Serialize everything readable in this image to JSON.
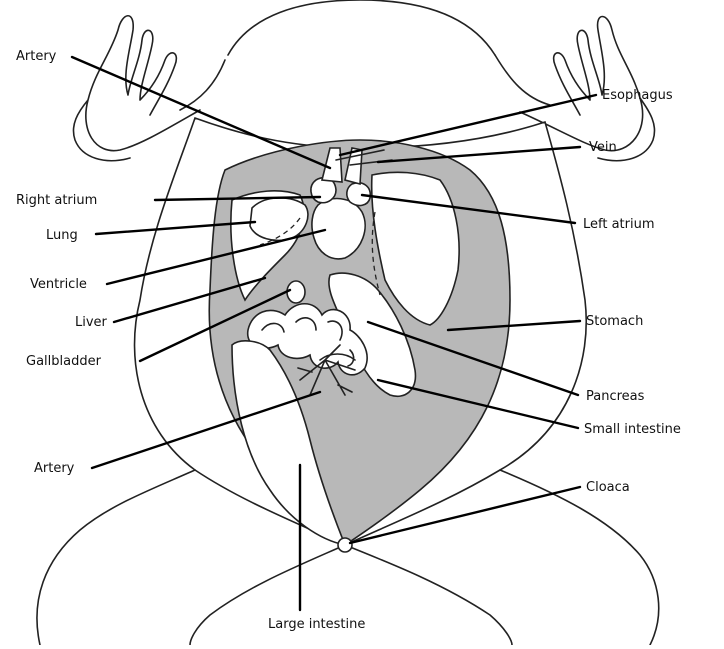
{
  "diagram": {
    "labels": {
      "artery_top": "Artery",
      "esophagus": "Esophagus",
      "vein": "Vein",
      "right_atrium": "Right atrium",
      "lung": "Lung",
      "left_atrium": "Left atrium",
      "ventricle": "Ventricle",
      "liver": "Liver",
      "stomach": "Stomach",
      "gallbladder": "Gallbladder",
      "pancreas": "Pancreas",
      "small_intestine": "Small intestine",
      "artery_bottom": "Artery",
      "cloaca": "Cloaca",
      "large_intestine": "Large intestine"
    }
  }
}
